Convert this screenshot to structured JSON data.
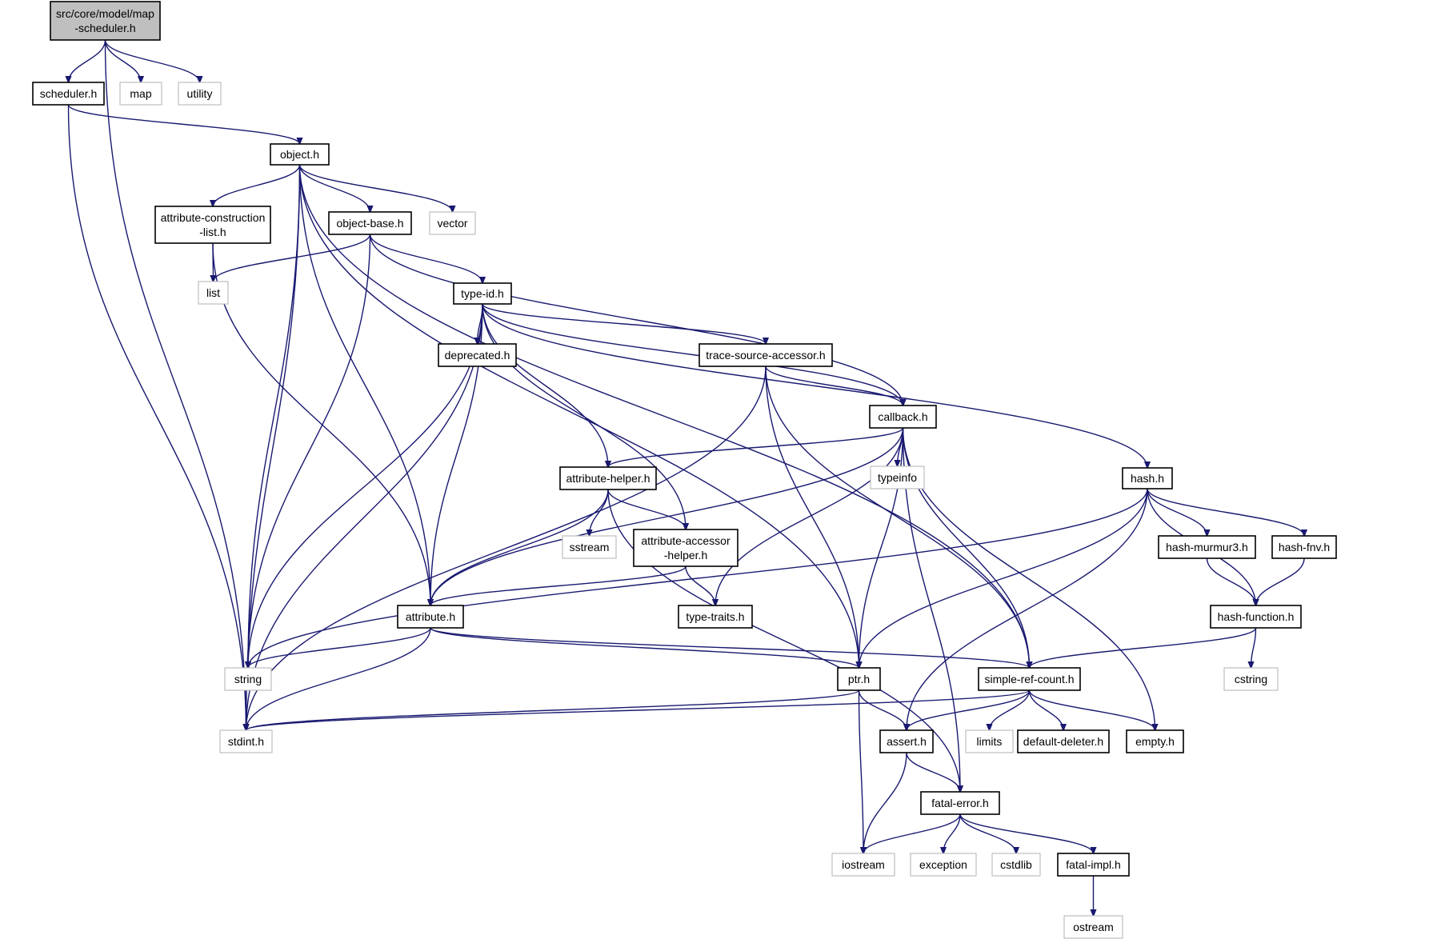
{
  "graph": {
    "nodes": [
      {
        "id": "map-scheduler",
        "lines": [
          "src/core/model/map",
          "-scheduler.h"
        ],
        "kind": "root"
      },
      {
        "id": "scheduler",
        "lines": [
          "scheduler.h"
        ],
        "kind": "file"
      },
      {
        "id": "map",
        "lines": [
          "map"
        ],
        "kind": "external"
      },
      {
        "id": "utility",
        "lines": [
          "utility"
        ],
        "kind": "external"
      },
      {
        "id": "object",
        "lines": [
          "object.h"
        ],
        "kind": "file"
      },
      {
        "id": "attr-construction-list",
        "lines": [
          "attribute-construction",
          "-list.h"
        ],
        "kind": "file"
      },
      {
        "id": "object-base",
        "lines": [
          "object-base.h"
        ],
        "kind": "file"
      },
      {
        "id": "vector",
        "lines": [
          "vector"
        ],
        "kind": "external"
      },
      {
        "id": "list",
        "lines": [
          "list"
        ],
        "kind": "external"
      },
      {
        "id": "type-id",
        "lines": [
          "type-id.h"
        ],
        "kind": "file"
      },
      {
        "id": "deprecated",
        "lines": [
          "deprecated.h"
        ],
        "kind": "file"
      },
      {
        "id": "trace-source-accessor",
        "lines": [
          "trace-source-accessor.h"
        ],
        "kind": "file"
      },
      {
        "id": "callback",
        "lines": [
          "callback.h"
        ],
        "kind": "file"
      },
      {
        "id": "typeinfo",
        "lines": [
          "typeinfo"
        ],
        "kind": "external"
      },
      {
        "id": "attribute-helper",
        "lines": [
          "attribute-helper.h"
        ],
        "kind": "file"
      },
      {
        "id": "hash",
        "lines": [
          "hash.h"
        ],
        "kind": "file"
      },
      {
        "id": "sstream",
        "lines": [
          "sstream"
        ],
        "kind": "external"
      },
      {
        "id": "attribute-accessor-helper",
        "lines": [
          "attribute-accessor",
          "-helper.h"
        ],
        "kind": "file"
      },
      {
        "id": "hash-murmur3",
        "lines": [
          "hash-murmur3.h"
        ],
        "kind": "file"
      },
      {
        "id": "hash-fnv",
        "lines": [
          "hash-fnv.h"
        ],
        "kind": "file"
      },
      {
        "id": "attribute",
        "lines": [
          "attribute.h"
        ],
        "kind": "file"
      },
      {
        "id": "type-traits",
        "lines": [
          "type-traits.h"
        ],
        "kind": "file"
      },
      {
        "id": "hash-function",
        "lines": [
          "hash-function.h"
        ],
        "kind": "file"
      },
      {
        "id": "string",
        "lines": [
          "string"
        ],
        "kind": "external"
      },
      {
        "id": "ptr",
        "lines": [
          "ptr.h"
        ],
        "kind": "file"
      },
      {
        "id": "simple-ref-count",
        "lines": [
          "simple-ref-count.h"
        ],
        "kind": "file"
      },
      {
        "id": "cstring",
        "lines": [
          "cstring"
        ],
        "kind": "external"
      },
      {
        "id": "stdint",
        "lines": [
          "stdint.h"
        ],
        "kind": "external"
      },
      {
        "id": "assert",
        "lines": [
          "assert.h"
        ],
        "kind": "file"
      },
      {
        "id": "limits",
        "lines": [
          "limits"
        ],
        "kind": "external"
      },
      {
        "id": "default-deleter",
        "lines": [
          "default-deleter.h"
        ],
        "kind": "file"
      },
      {
        "id": "empty",
        "lines": [
          "empty.h"
        ],
        "kind": "file"
      },
      {
        "id": "fatal-error",
        "lines": [
          "fatal-error.h"
        ],
        "kind": "file"
      },
      {
        "id": "iostream",
        "lines": [
          "iostream"
        ],
        "kind": "external"
      },
      {
        "id": "exception",
        "lines": [
          "exception"
        ],
        "kind": "external"
      },
      {
        "id": "cstdlib",
        "lines": [
          "cstdlib"
        ],
        "kind": "external"
      },
      {
        "id": "fatal-impl",
        "lines": [
          "fatal-impl.h"
        ],
        "kind": "file"
      },
      {
        "id": "ostream",
        "lines": [
          "ostream"
        ],
        "kind": "external"
      }
    ],
    "edges": [
      [
        "map-scheduler",
        "scheduler"
      ],
      [
        "map-scheduler",
        "map"
      ],
      [
        "map-scheduler",
        "utility"
      ],
      [
        "map-scheduler",
        "stdint"
      ],
      [
        "scheduler",
        "object"
      ],
      [
        "scheduler",
        "stdint"
      ],
      [
        "object",
        "attr-construction-list"
      ],
      [
        "object",
        "object-base"
      ],
      [
        "object",
        "vector"
      ],
      [
        "object",
        "string"
      ],
      [
        "object",
        "stdint"
      ],
      [
        "object",
        "attribute"
      ],
      [
        "object",
        "ptr"
      ],
      [
        "object",
        "simple-ref-count"
      ],
      [
        "attr-construction-list",
        "list"
      ],
      [
        "attr-construction-list",
        "attribute"
      ],
      [
        "object-base",
        "list"
      ],
      [
        "object-base",
        "type-id"
      ],
      [
        "object-base",
        "string"
      ],
      [
        "object-base",
        "callback"
      ],
      [
        "type-id",
        "deprecated"
      ],
      [
        "type-id",
        "trace-source-accessor"
      ],
      [
        "type-id",
        "callback"
      ],
      [
        "type-id",
        "hash"
      ],
      [
        "type-id",
        "attribute-helper"
      ],
      [
        "type-id",
        "attribute-accessor-helper"
      ],
      [
        "type-id",
        "attribute"
      ],
      [
        "type-id",
        "string"
      ],
      [
        "type-id",
        "stdint"
      ],
      [
        "trace-source-accessor",
        "callback"
      ],
      [
        "trace-source-accessor",
        "ptr"
      ],
      [
        "trace-source-accessor",
        "simple-ref-count"
      ],
      [
        "trace-source-accessor",
        "stdint"
      ],
      [
        "callback",
        "typeinfo"
      ],
      [
        "callback",
        "attribute-helper"
      ],
      [
        "callback",
        "attribute"
      ],
      [
        "callback",
        "type-traits"
      ],
      [
        "callback",
        "ptr"
      ],
      [
        "callback",
        "simple-ref-count"
      ],
      [
        "callback",
        "empty"
      ],
      [
        "callback",
        "fatal-error"
      ],
      [
        "attribute-helper",
        "sstream"
      ],
      [
        "attribute-helper",
        "attribute-accessor-helper"
      ],
      [
        "attribute-helper",
        "attribute"
      ],
      [
        "attribute-helper",
        "fatal-error"
      ],
      [
        "attribute-accessor-helper",
        "attribute"
      ],
      [
        "attribute-accessor-helper",
        "type-traits"
      ],
      [
        "hash",
        "hash-murmur3"
      ],
      [
        "hash",
        "hash-fnv"
      ],
      [
        "hash",
        "hash-function"
      ],
      [
        "hash",
        "string"
      ],
      [
        "hash",
        "ptr"
      ],
      [
        "hash",
        "assert"
      ],
      [
        "hash-murmur3",
        "hash-function"
      ],
      [
        "hash-fnv",
        "hash-function"
      ],
      [
        "hash-function",
        "simple-ref-count"
      ],
      [
        "hash-function",
        "cstring"
      ],
      [
        "attribute",
        "string"
      ],
      [
        "attribute",
        "stdint"
      ],
      [
        "attribute",
        "ptr"
      ],
      [
        "attribute",
        "simple-ref-count"
      ],
      [
        "ptr",
        "stdint"
      ],
      [
        "ptr",
        "assert"
      ],
      [
        "ptr",
        "iostream"
      ],
      [
        "simple-ref-count",
        "stdint"
      ],
      [
        "simple-ref-count",
        "assert"
      ],
      [
        "simple-ref-count",
        "limits"
      ],
      [
        "simple-ref-count",
        "default-deleter"
      ],
      [
        "simple-ref-count",
        "empty"
      ],
      [
        "assert",
        "fatal-error"
      ],
      [
        "assert",
        "iostream"
      ],
      [
        "fatal-error",
        "iostream"
      ],
      [
        "fatal-error",
        "exception"
      ],
      [
        "fatal-error",
        "cstdlib"
      ],
      [
        "fatal-error",
        "fatal-impl"
      ],
      [
        "fatal-impl",
        "ostream"
      ]
    ]
  }
}
